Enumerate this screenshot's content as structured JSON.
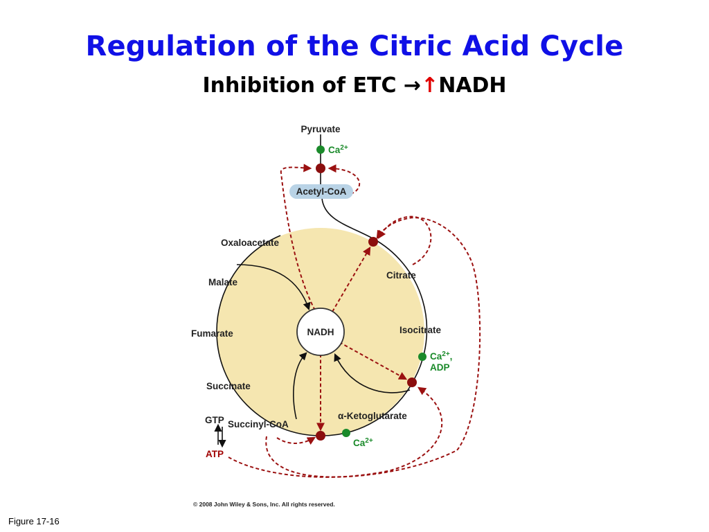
{
  "slide": {
    "title": "Regulation of the Citric Acid Cycle",
    "subtitle_text": "Inhibition of ETC ",
    "subtitle_arrow_right": "→",
    "subtitle_arrow_up": "↑",
    "subtitle_target": "NADH",
    "figure_label": "Figure 17-16"
  },
  "diagram": {
    "labels": {
      "pyruvate": "Pyruvate",
      "acetyl_coa": "Acetyl-CoA",
      "oxaloacetate": "Oxaloacetate",
      "citrate": "Citrate",
      "malate": "Malate",
      "isocitrate": "Isocitrate",
      "fumarate": "Fumarate",
      "succinate": "Succinate",
      "gtp": "GTP",
      "succinyl_coa": "Succinyl-CoA",
      "atp": "ATP",
      "alpha_ketoglutarate": "α-Ketoglutarate",
      "nadh": "NADH"
    },
    "activators": {
      "ca_top": "Ca",
      "ca_top_sup": "2+",
      "ca_adp_ca": "Ca",
      "ca_adp_sup": "2+",
      "ca_adp_comma": ",",
      "adp": "ADP",
      "ca_bottom": "Ca",
      "ca_bottom_sup": "2+"
    },
    "copyright": "© 2008 John Wiley & Sons, Inc. All rights reserved."
  },
  "colors": {
    "title": "#1010e6",
    "cycle_fill": "#f5e6b0",
    "inhibition": "#9b1111",
    "activation": "#1a8a2a",
    "acetyl_coa_fill": "#b9d3e6"
  }
}
